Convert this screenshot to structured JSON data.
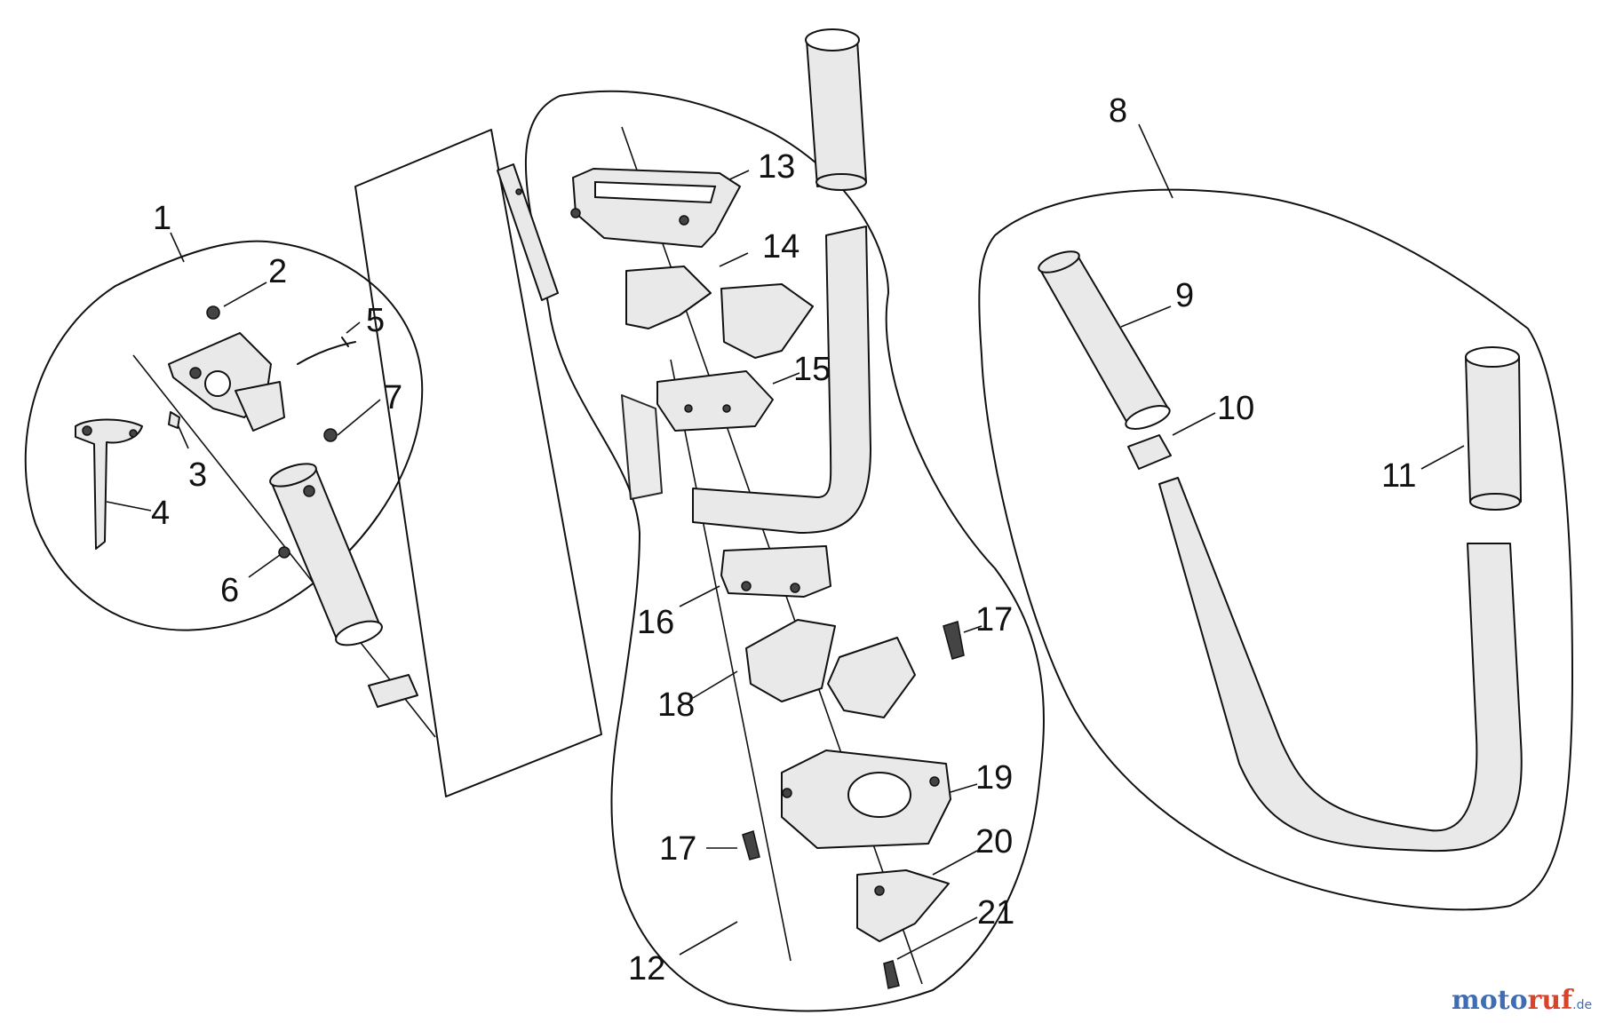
{
  "diagram": {
    "part_numbers": [
      "1",
      "2",
      "3",
      "4",
      "5",
      "6",
      "7",
      "8",
      "9",
      "10",
      "11",
      "12",
      "13",
      "14",
      "15",
      "16",
      "17",
      "17",
      "18",
      "19",
      "20",
      "21"
    ]
  },
  "watermark": {
    "part1": "moto",
    "part2": "ruf",
    "suffix": ".de"
  }
}
